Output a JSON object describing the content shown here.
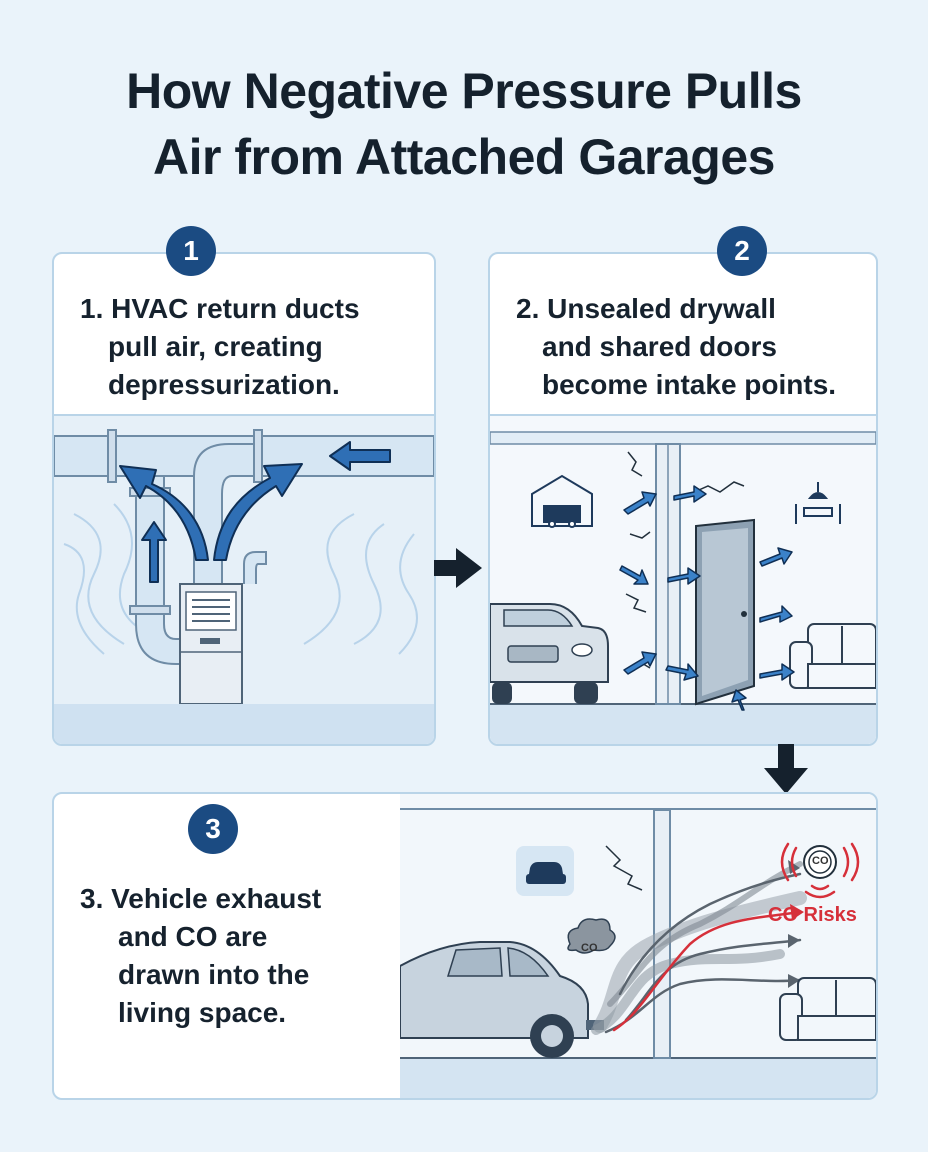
{
  "title": {
    "line1": "How Negative Pressure Pulls",
    "line2": "Air from Attached Garages"
  },
  "steps": [
    {
      "badge": "1",
      "lines": [
        "1. HVAC return ducts",
        "pull air, creating",
        "depressurization."
      ],
      "icons": [
        "furnace-icon",
        "duct-icon",
        "airflow-arrow-icon"
      ]
    },
    {
      "badge": "2",
      "lines": [
        "2. Unsealed drywall",
        "and shared doors",
        "become intake points."
      ],
      "icons": [
        "garage-icon",
        "car-icon",
        "door-icon",
        "couch-icon",
        "dining-icon",
        "crack-icon"
      ]
    },
    {
      "badge": "3",
      "lines": [
        "3. Vehicle exhaust",
        "and CO are",
        "drawn into the",
        "living space."
      ],
      "icons": [
        "car-icon",
        "exhaust-icon",
        "co-alarm-icon",
        "couch-icon"
      ]
    }
  ],
  "co_alarm": {
    "label": "CO Risks",
    "badge": "CO"
  },
  "exhaust_bubble": "CO",
  "colors": {
    "accent": "#1b4b82",
    "arrow": "#2f6fb5",
    "danger": "#d6303a",
    "panel_border": "#b9d4e8"
  }
}
